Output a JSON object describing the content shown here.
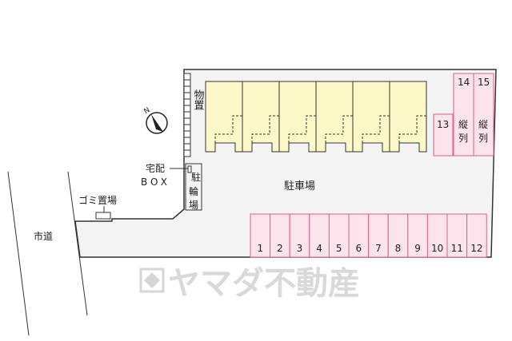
{
  "labels": {
    "storage": "物置",
    "delivery_box_1": "宅配",
    "delivery_box_2": "BOX",
    "bicycle_parking": [
      "駐",
      "輪",
      "場"
    ],
    "parking_lot": "駐車場",
    "garbage": "ゴミ置場",
    "city_road": "市道",
    "compass_north": "N",
    "tandem_1": [
      "縦",
      "列"
    ],
    "tandem_2": [
      "縦",
      "列"
    ]
  },
  "parking_spaces": [
    "1",
    "2",
    "3",
    "4",
    "5",
    "6",
    "7",
    "8",
    "9",
    "10",
    "11",
    "12"
  ],
  "side_spaces": [
    "13",
    "14",
    "15"
  ],
  "watermark": "ヤマダ不動産",
  "colors": {
    "unit_fill": "#fdf8c8",
    "parking_fill": "#fce4ec",
    "parking_stroke": "#e06080",
    "lot_fill": "#f4f4f4"
  }
}
